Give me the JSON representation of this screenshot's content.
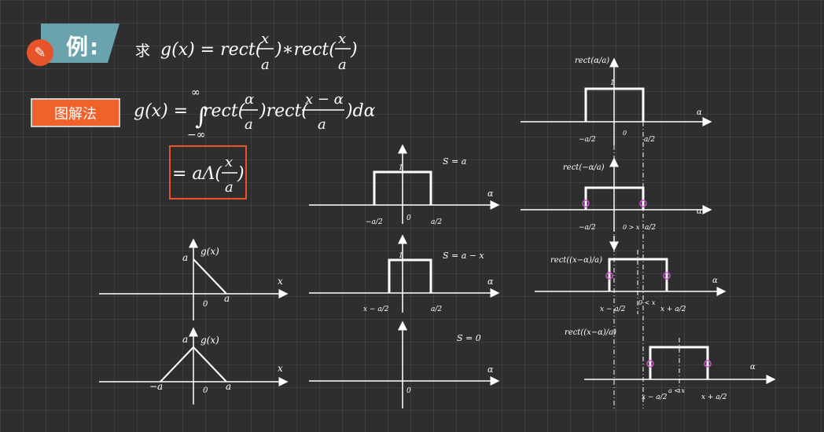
{
  "header": {
    "example_label": "例:",
    "problem_prefix": "求",
    "icon": "wrench-icon"
  },
  "method_button": {
    "label": "图解法"
  },
  "equations": {
    "problem": {
      "lhs": "g(x) = rect(",
      "frac1_num": "x",
      "frac1_den": "a",
      "mid": ")∗rect(",
      "frac2_num": "x",
      "frac2_den": "a",
      "end": ")"
    },
    "integral": {
      "lhs": "g(x) =",
      "upper": "∞",
      "lower": "−∞",
      "t1": "rect(",
      "f1n": "α",
      "f1d": "a",
      "t2": ")rect(",
      "f2n": "x − α",
      "f2d": "a",
      "t3": ")dα"
    },
    "result": {
      "t1": "= aΛ(",
      "fn": "x",
      "fd": "a",
      "t2": ")"
    }
  },
  "graphs": {
    "g_tri_label_a": "a",
    "g_label": "g(x)",
    "x_label": "x",
    "zero": "0",
    "a": "a",
    "neg_a": "−a",
    "alpha": "α",
    "s_eq_a": "S = a",
    "s_eq_a_minus_x": "S = a − x",
    "s_eq_0": "S = 0",
    "one": "1",
    "neg_half_a": "−a/2",
    "half_a": "a/2",
    "x_minus_half_a": "x − a/2",
    "x_plus_half_a": "x + a/2",
    "rect_a_alpha": "rect(α/a)",
    "rect_neg_alpha": "rect(−α/a)",
    "rect_x_minus_alpha": "rect((x−α)/a)",
    "zero_lt_x": "0 < x",
    "a_lt_x": "a < x",
    "zero_gt_x": "0 > x"
  },
  "colors": {
    "accent": "#e8542a",
    "banner": "#6aa3ad",
    "marker": "#d94fd9",
    "background": "#2e2e2e"
  }
}
